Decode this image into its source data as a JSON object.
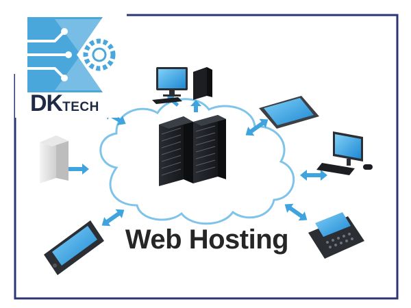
{
  "caption": "Web Hosting",
  "logo": {
    "part1": "DK",
    "part2": "TECH"
  },
  "colors": {
    "frame": "#2a3673",
    "logo_primary": "#4aa7dc",
    "logo_dark": "#1f2a44",
    "arrow": "#3fa3dd",
    "cloud_fill": "#ffffff",
    "cloud_stroke": "#7ec3ea",
    "screen": "#2e9ce0"
  },
  "icons": [
    "logo-icon",
    "server-rack-icon",
    "cloud-icon",
    "desktop-pc-icon",
    "tablet-icon",
    "monitor-keyboard-icon",
    "server-box-icon",
    "smartphone-icon",
    "blackberry-phone-icon",
    "double-arrow-icon"
  ]
}
